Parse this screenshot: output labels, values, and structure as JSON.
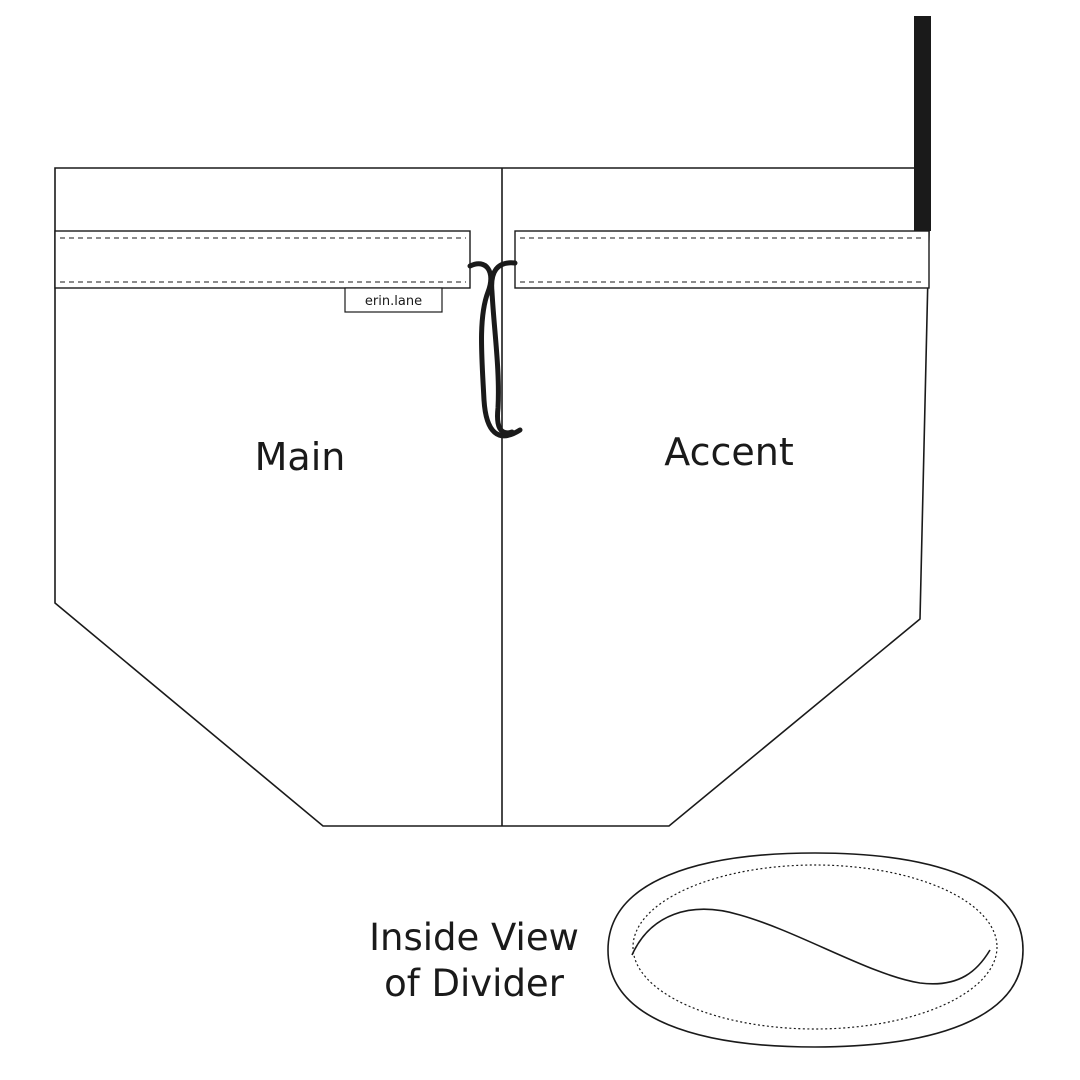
{
  "labels": {
    "left_panel": "Main",
    "right_panel": "Accent",
    "brand_tag": "erin.lane",
    "caption_line1": "Inside View",
    "caption_line2": "of Divider"
  },
  "colors": {
    "stroke": "#1a1a1a",
    "background": "#ffffff"
  }
}
